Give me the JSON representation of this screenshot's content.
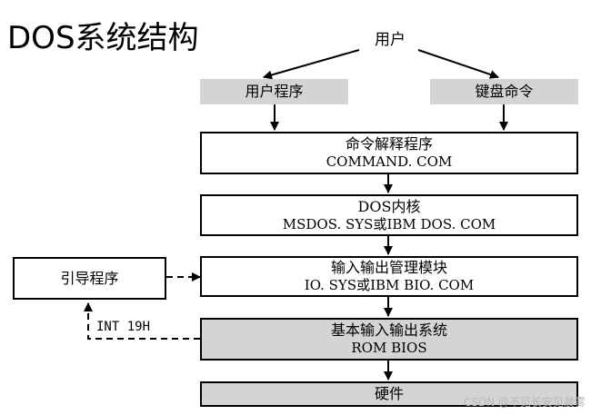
{
  "title": "DOS系统结构",
  "user_label": "用户",
  "user_program": "用户程序",
  "keyboard_command": "键盘命令",
  "command_interpreter": {
    "line1": "命令解释程序",
    "line2": "COMMAND. COM"
  },
  "dos_kernel": {
    "line1": "DOS内核",
    "line2": "MSDOS. SYS或IBM DOS. COM"
  },
  "io_module": {
    "line1": "输入输出管理模块",
    "line2": "IO. SYS或IBM BIO. COM"
  },
  "bootloader": "引导程序",
  "int19h": "INT 19H",
  "bios": {
    "line1": "基本输入输出系统",
    "line2": "ROM BIOS"
  },
  "hardware": "硬件",
  "watermark": "CSDN @不见长安见晨雾",
  "colors": {
    "gray_fill": "#d4d4d4",
    "line": "#000000",
    "watermark": "#b8b8b8"
  }
}
